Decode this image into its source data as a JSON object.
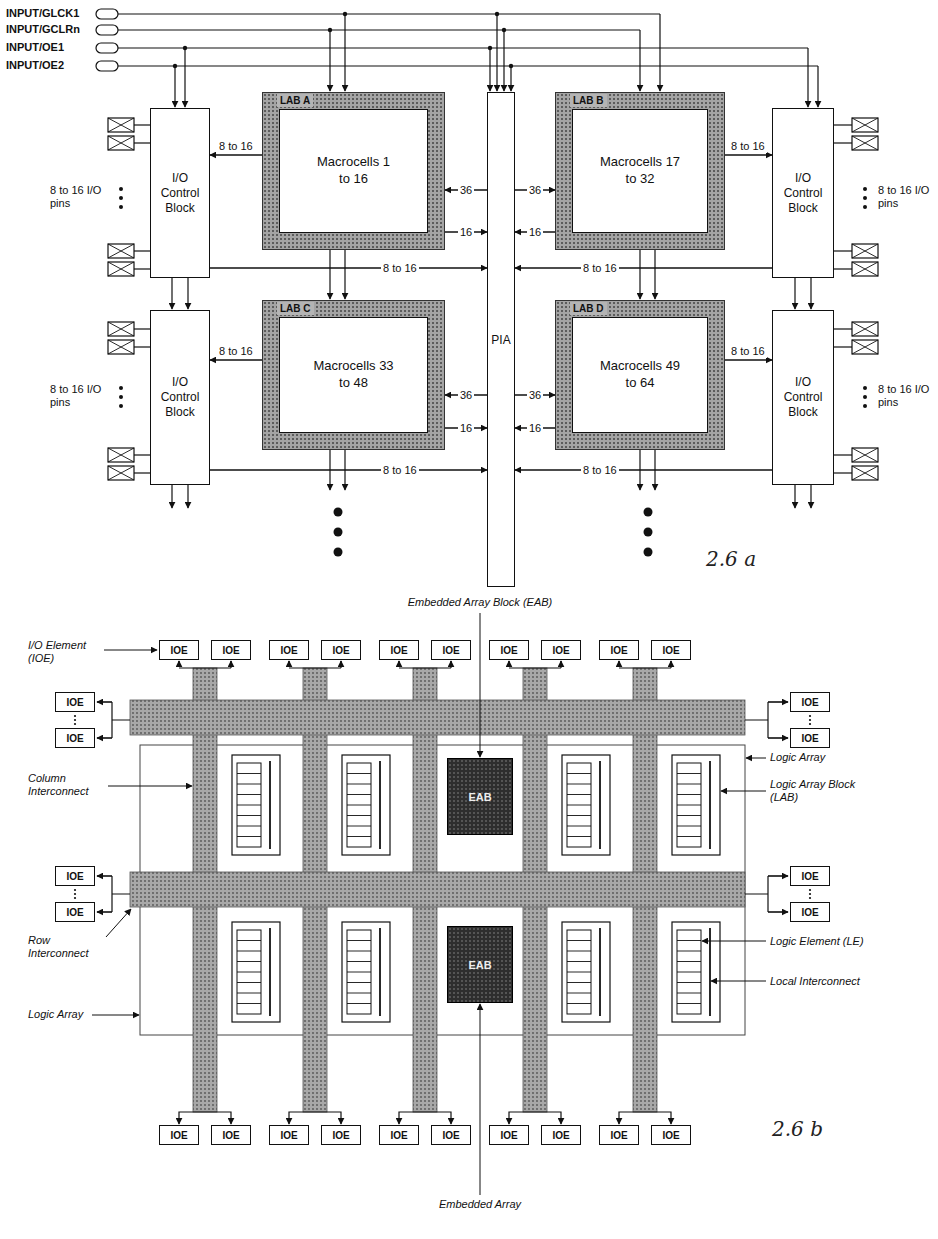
{
  "diagram": {
    "nodes": [
      {
        "text": [
          "I/O Control Block"
        ]
      },
      {
        "text": [
          "LAB A",
          "Macrocells 1 to 16"
        ]
      },
      {
        "text": [
          "PIA"
        ]
      },
      {
        "text": [
          "LAB B",
          "Macrocells 17 to 32"
        ]
      },
      {
        "text": [
          "I/O Control Block"
        ]
      },
      {
        "text": [
          "I/O Control Block"
        ]
      },
      {
        "text": [
          "LAB C",
          "Macrocells 33 to 48"
        ]
      },
      {
        "text": [
          "LAB D",
          "Macrocells 49 to 64"
        ]
      },
      {
        "text": [
          "I/O Control Block"
        ]
      },
      {
        "text": [
          "IOE"
        ]
      },
      {
        "text": [
          "IOE"
        ]
      },
      {
        "text": [
          "IOE"
        ]
      },
      {
        "text": [
          "IOE"
        ]
      },
      {
        "text": [
          "IOE"
        ]
      },
      {
        "text": [
          "IOE"
        ]
      },
      {
        "text": [
          "IOE"
        ]
      },
      {
        "text": [
          "IOE"
        ]
      },
      {
        "text": [
          "IOE"
        ]
      },
      {
        "text": [
          "IOE"
        ]
      },
      {
        "text": [
          "IOE"
        ]
      },
      {
        "text": [
          "IOE"
        ]
      },
      {
        "text": [
          "IOE"
        ]
      },
      {
        "text": [
          "IOE"
        ]
      },
      {
        "text": [
          "EAB"
        ]
      },
      {
        "text": [
          "IOE"
        ]
      },
      {
        "text": [
          "IOE"
        ]
      },
      {
        "text": [
          "IOE"
        ]
      },
      {
        "text": [
          "IOE"
        ]
      },
      {
        "text": [
          "EAB"
        ]
      },
      {
        "text": [
          "IOE"
        ]
      },
      {
        "text": [
          "IOE"
        ]
      },
      {
        "text": [
          "IOE"
        ]
      },
      {
        "text": [
          "IOE"
        ]
      },
      {
        "text": [
          "IOE"
        ]
      },
      {
        "text": [
          "IOE"
        ]
      },
      {
        "text": [
          "IOE"
        ]
      },
      {
        "text": [
          "IOE"
        ]
      },
      {
        "text": [
          "IOE"
        ]
      },
      {
        "text": [
          "IOE"
        ]
      }
    ],
    "edges": [
      {
        "from": 1,
        "to": 0,
        "arrow": "to",
        "label": "8 to 16"
      },
      {
        "from": 2,
        "to": 1,
        "arrow": "to",
        "label": "36"
      },
      {
        "from": 1,
        "to": 2,
        "arrow": "to",
        "label": "16"
      },
      {
        "from": 0,
        "to": 2,
        "arrow": "to",
        "label": "8 to 16"
      },
      {
        "from": 2,
        "to": 3,
        "arrow": "to",
        "label": "36"
      },
      {
        "from": 3,
        "to": 4,
        "arrow": "to",
        "label": "8 to 16"
      },
      {
        "from": 3,
        "to": 2,
        "arrow": "to",
        "label": "16"
      },
      {
        "from": 4,
        "to": 2,
        "arrow": "to",
        "label": "8 to 16"
      },
      {
        "from": 6,
        "to": 5,
        "arrow": "to",
        "label": "8 to 16"
      },
      {
        "from": 2,
        "to": 6,
        "arrow": "to",
        "label": "36"
      },
      {
        "from": 6,
        "to": 2,
        "arrow": "to",
        "label": "16"
      },
      {
        "from": 5,
        "to": 2,
        "arrow": "to",
        "label": "8 to 16"
      },
      {
        "from": 2,
        "to": 7,
        "arrow": "to",
        "label": "36"
      },
      {
        "from": 7,
        "to": 8,
        "arrow": "to",
        "label": "8 to 16"
      },
      {
        "from": 7,
        "to": 2,
        "arrow": "to",
        "label": "16"
      },
      {
        "from": 8,
        "to": 2,
        "arrow": "to",
        "label": "8 to 16"
      }
    ],
    "labels": [
      "INPUT/GLCK1",
      "INPUT/GCLRn",
      "INPUT/OE1",
      "INPUT/OE2",
      "8 to 16 I/O pins",
      "8 to 16 I/O pins",
      "8 to 16 I/O pins",
      "8 to 16 I/O pins",
      "2.6 a",
      "Embedded Array Block (EAB)",
      "I/O Element (IOE)",
      "Column Interconnect",
      "Logic Array",
      "Logic Array Block (LAB)",
      "Row Interconnect",
      "Logic Element (LE)",
      "Local Interconnect",
      "Logic Array",
      "2.6 b",
      "Embedded Array"
    ]
  }
}
